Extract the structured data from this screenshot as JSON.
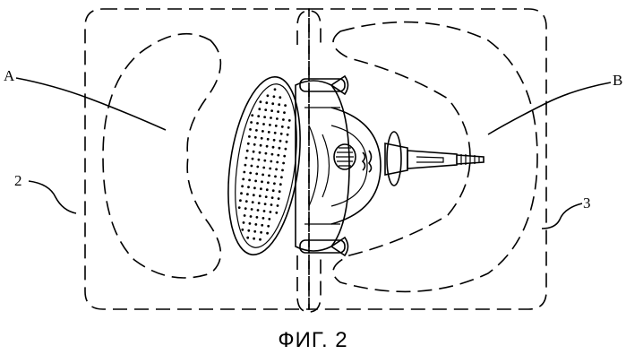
{
  "labels": {
    "a": "A",
    "b": "B",
    "two": "2",
    "three": "3"
  },
  "caption": "ФИГ. 2"
}
